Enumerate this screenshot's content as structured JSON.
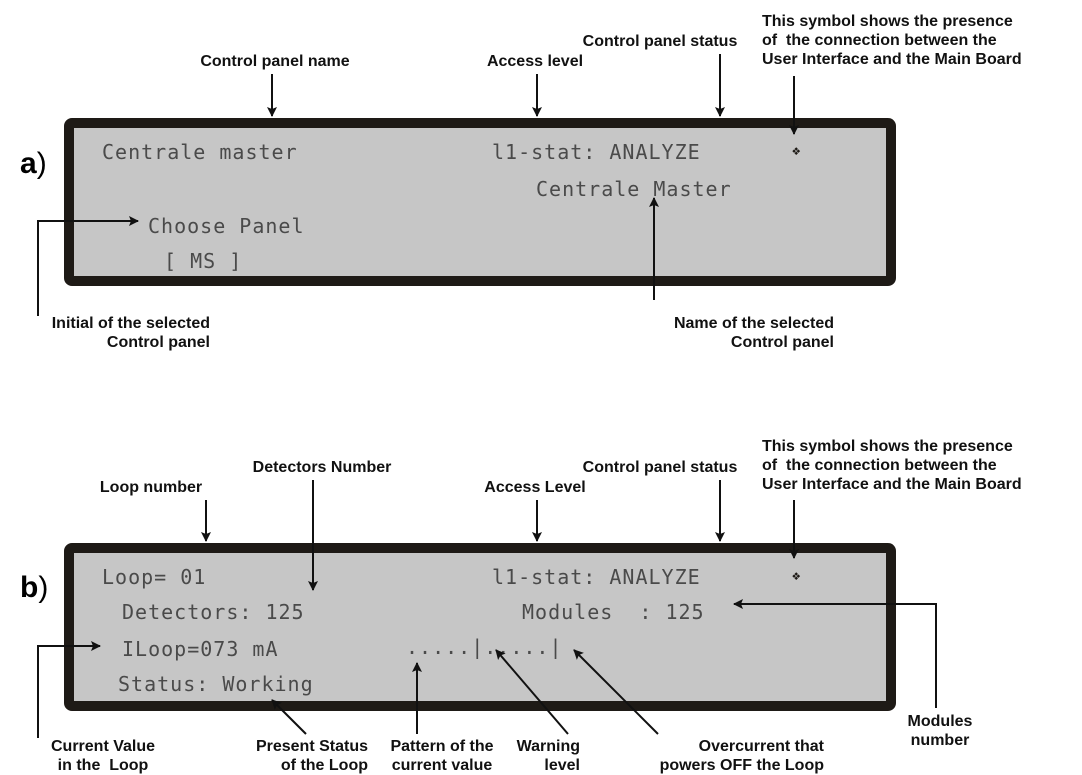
{
  "part_a": {
    "letter": "a",
    "paren": ")",
    "labels": {
      "control_panel_name": "Control panel name",
      "access_level": "Access level",
      "control_panel_status": "Control panel status",
      "connection_symbol": "This symbol shows the presence\nof  the connection between the\nUser Interface and the Main Board",
      "initial_selected": "Initial of the selected\nControl panel",
      "name_selected": "Name of the selected\nControl panel"
    },
    "lcd": {
      "line1_left": "Centrale master",
      "line1_right": "l1-stat: ANALYZE",
      "line2_right": "Centrale Master",
      "line3_left": "Choose Panel",
      "line4_left": "[ MS ]",
      "connection_glyph": "❖"
    }
  },
  "part_b": {
    "letter": "b",
    "paren": ")",
    "labels": {
      "loop_number": "Loop number",
      "detectors_number": "Detectors Number",
      "access_level": "Access Level",
      "control_panel_status": "Control panel status",
      "connection_symbol": "This symbol shows the presence\nof  the connection between the\nUser Interface and the Main Board",
      "modules_number": "Modules\nnumber",
      "current_value": "Current Value\nin the  Loop",
      "present_status": "Present Status\nof the Loop",
      "pattern": "Pattern of the\ncurrent value",
      "warning": "Warning\nlevel",
      "overcurrent": "Overcurrent that\npowers OFF the Loop"
    },
    "lcd": {
      "line1_left": "Loop= 01",
      "line1_right": "l1-stat: ANALYZE",
      "line2_left": "Detectors: 125",
      "line2_right": "Modules  : 125",
      "line3_left": "ILoop=073 mA",
      "line3_pattern": ".....|.....|",
      "line4_left": "Status: Working",
      "connection_glyph": "❖"
    }
  }
}
